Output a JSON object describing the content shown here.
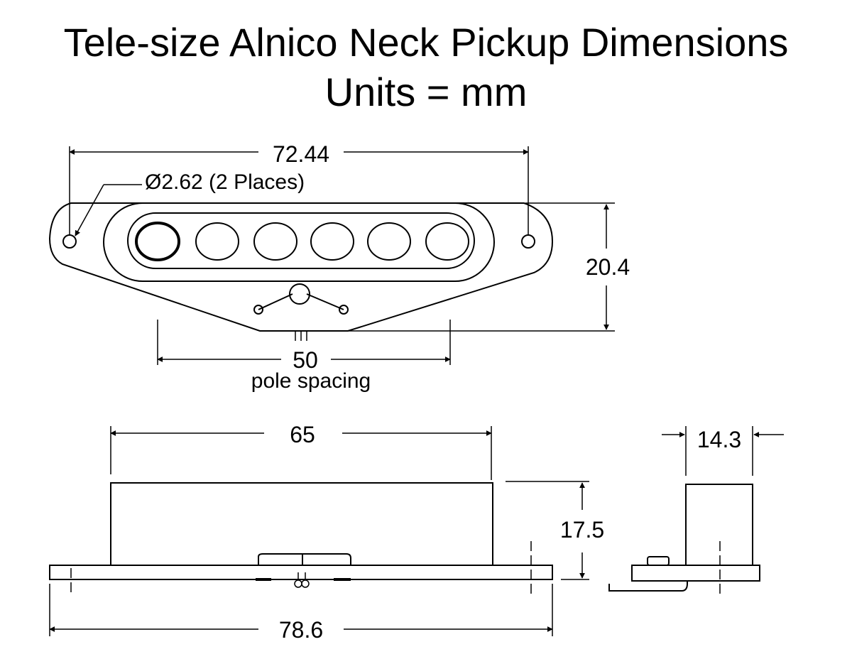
{
  "title": {
    "line1": "Tele-size Alnico Neck Pickup Dimensions",
    "line2": "Units = mm"
  },
  "top_view": {
    "overall_length": "72.44",
    "hole_callout": "Ø2.62 (2 Places)",
    "height": "20.4",
    "pole_spacing_value": "50",
    "pole_spacing_label": "pole spacing",
    "pole_count": 6
  },
  "side_view": {
    "bobbin_length": "65",
    "bobbin_height": "17.5",
    "baseplate_length": "78.6"
  },
  "end_view": {
    "width": "14.3"
  }
}
